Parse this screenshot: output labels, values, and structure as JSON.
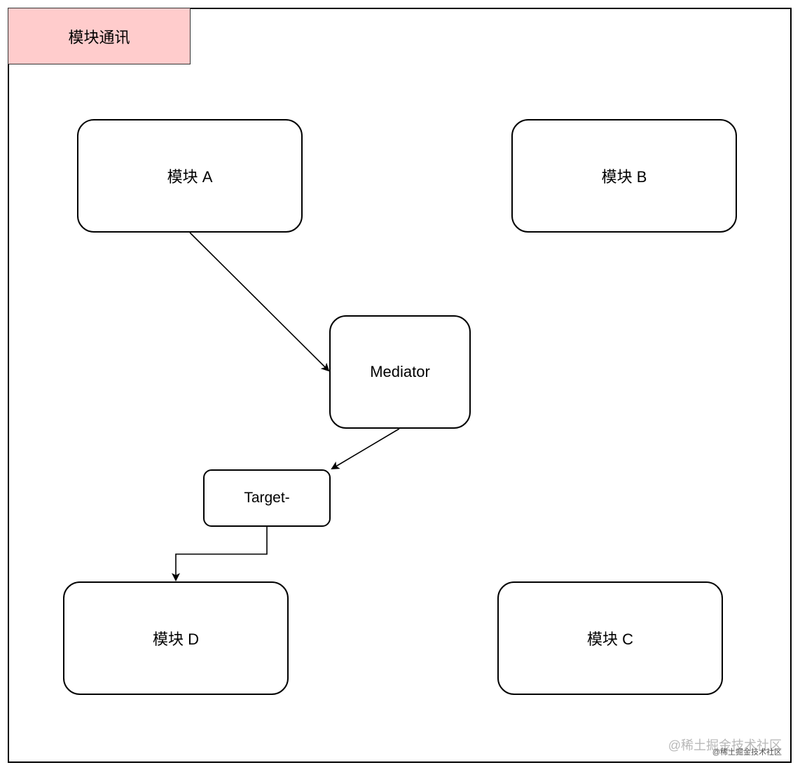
{
  "diagram": {
    "title": "模块通讯",
    "nodes": {
      "module_a": "模块 A",
      "module_b": "模块 B",
      "mediator": "Mediator",
      "target": "Target-",
      "module_d": "模块 D",
      "module_c": "模块 C"
    },
    "edges": [
      {
        "from": "module_a",
        "to": "mediator"
      },
      {
        "from": "mediator",
        "to": "target"
      },
      {
        "from": "target",
        "to": "module_d"
      }
    ]
  },
  "watermark": {
    "text": "@稀土掘金技术社区",
    "subtext": "@稀土掘金技术社区"
  }
}
